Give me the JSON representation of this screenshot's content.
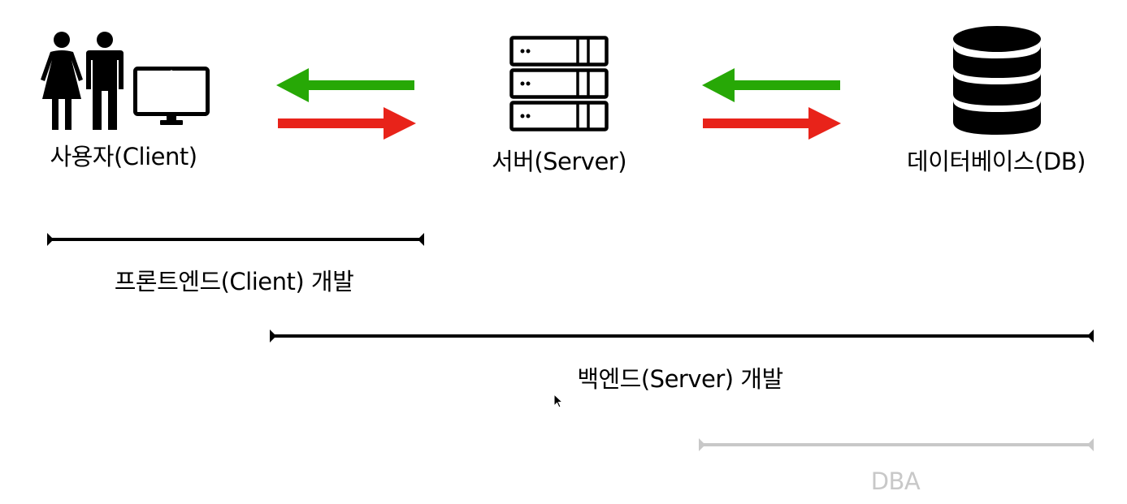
{
  "nodes": {
    "client": {
      "label": "사용자(Client)",
      "icons": [
        "woman-icon",
        "man-icon",
        "monitor-icon"
      ]
    },
    "server": {
      "label": "서버(Server)",
      "icons": [
        "server-rack-icon"
      ]
    },
    "database": {
      "label": "데이터베이스(DB)",
      "icons": [
        "database-icon"
      ]
    }
  },
  "arrows": {
    "request_color": "#e8231a",
    "response_color": "#27a806"
  },
  "ranges": {
    "frontend": {
      "label": "프론트엔드(Client) 개발",
      "color": "#000000"
    },
    "backend": {
      "label": "백엔드(Server) 개발",
      "color": "#000000"
    },
    "dba": {
      "label": "DBA",
      "color": "#c8c8c8"
    }
  }
}
